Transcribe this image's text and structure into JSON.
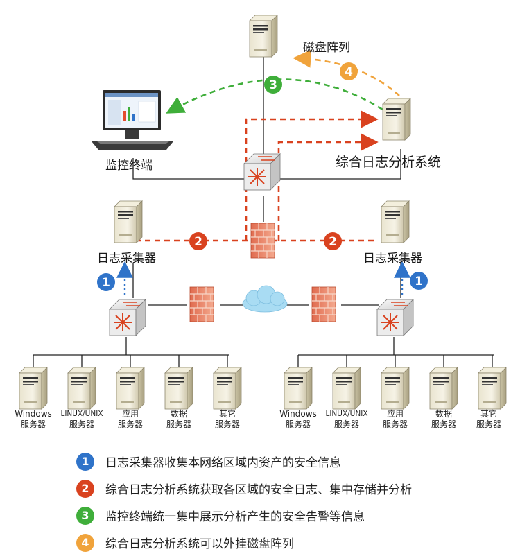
{
  "nodes": {
    "storage": "磁盘阵列",
    "monitor": "监控终端",
    "analysis": "综合日志分析系统",
    "collector_left": "日志采集器",
    "collector_right": "日志采集器"
  },
  "servers_left": [
    {
      "line1": "Windows",
      "line2": "服务器"
    },
    {
      "line1": "LINUX/UNIX",
      "line2": "服务器"
    },
    {
      "line1": "应用",
      "line2": "服务器"
    },
    {
      "line1": "数据",
      "line2": "服务器"
    },
    {
      "line1": "其它",
      "line2": "服务器"
    }
  ],
  "servers_right": [
    {
      "line1": "Windows",
      "line2": "服务器"
    },
    {
      "line1": "LINUX/UNIX",
      "line2": "服务器"
    },
    {
      "line1": "应用",
      "line2": "服务器"
    },
    {
      "line1": "数据",
      "line2": "服务器"
    },
    {
      "line1": "其它",
      "line2": "服务器"
    }
  ],
  "badges": {
    "one": "1",
    "two": "2",
    "three": "3",
    "four": "4"
  },
  "colors": {
    "one": "#2f73c9",
    "two": "#d9421f",
    "three": "#3fae3a",
    "four": "#f0a33b"
  },
  "legend": [
    {
      "num": "1",
      "text": "日志采集器收集本网络区域内资产的安全信息"
    },
    {
      "num": "2",
      "text": "综合日志分析系统获取各区域的安全日志、集中存储并分析"
    },
    {
      "num": "3",
      "text": "监控终端统一集中展示分析产生的安全告警等信息"
    },
    {
      "num": "4",
      "text": "综合日志分析系统可以外挂磁盘阵列"
    }
  ]
}
